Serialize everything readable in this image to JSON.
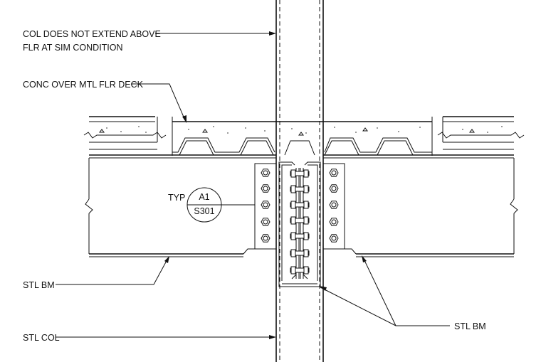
{
  "labels": {
    "col_note_line1": "COL DOES NOT EXTEND ABOVE",
    "col_note_line2": "FLR AT SIM CONDITION",
    "deck": "CONC OVER MTL FLR DECK",
    "beam_left": "STL BM",
    "column": "STL COL",
    "beam_right": "STL BM",
    "typ": "TYP"
  },
  "section_callout": {
    "detail": "A1",
    "sheet": "S301"
  }
}
